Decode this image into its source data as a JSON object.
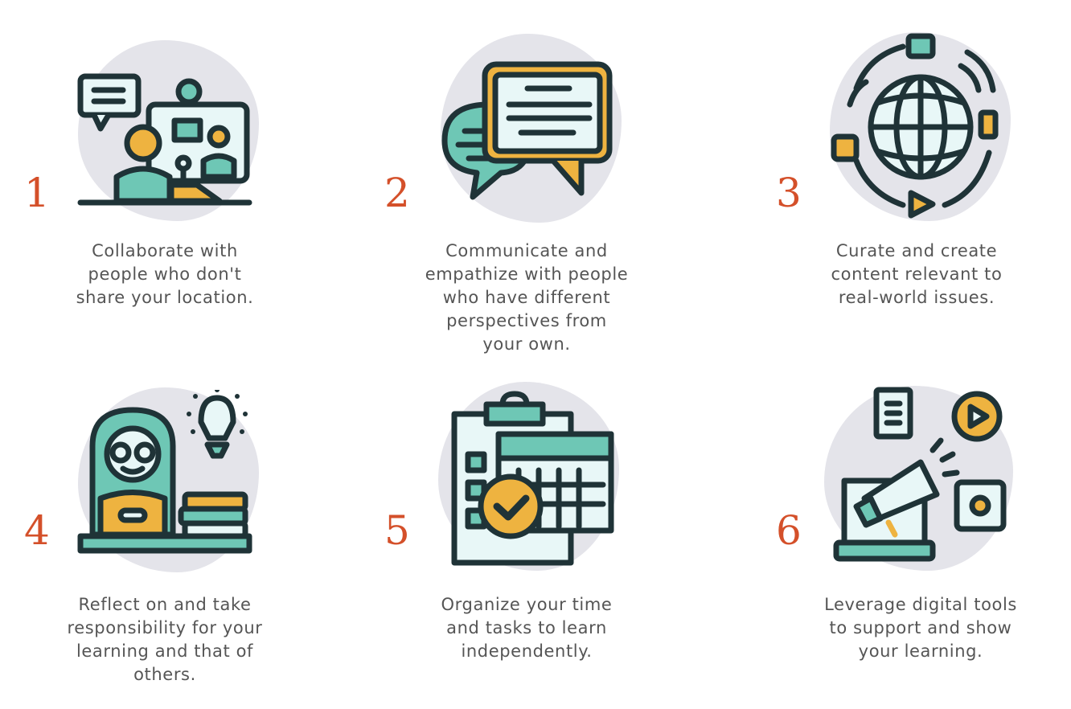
{
  "colors": {
    "number": "#d4502a",
    "outline": "#1f3337",
    "teal": "#6ec7b5",
    "gold": "#eeb340",
    "light": "#e8f7f7",
    "blob": "#e4e4ea",
    "text": "#555555"
  },
  "items": [
    {
      "number": "1",
      "icon": "video-call-collaboration-icon",
      "lines": [
        "Collaborate with",
        "people who don't",
        "share your location."
      ]
    },
    {
      "number": "2",
      "icon": "chat-bubbles-icon",
      "lines": [
        "Communicate and",
        "empathize with people",
        "who have different",
        "perspectives from",
        "your own."
      ]
    },
    {
      "number": "3",
      "icon": "globe-content-icon",
      "lines": [
        "Curate and create",
        "content relevant to",
        "real-world issues."
      ]
    },
    {
      "number": "4",
      "icon": "student-reflection-icon",
      "lines": [
        "Reflect on and take",
        "responsibility for your",
        "learning and that of",
        "others."
      ]
    },
    {
      "number": "5",
      "icon": "calendar-checklist-icon",
      "lines": [
        "Organize your time",
        "and tasks to learn",
        "independently."
      ]
    },
    {
      "number": "6",
      "icon": "megaphone-laptop-icon",
      "lines": [
        "Leverage digital tools",
        "to support and show",
        "your learning."
      ]
    }
  ]
}
